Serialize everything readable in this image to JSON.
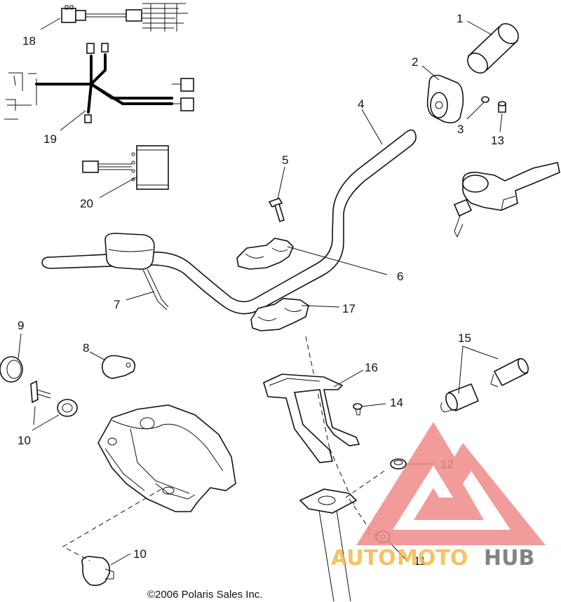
{
  "diagram": {
    "callouts": {
      "c1": "1",
      "c2": "2",
      "c3": "3",
      "c4": "4",
      "c5": "5",
      "c6": "6",
      "c7": "7",
      "c8": "8",
      "c9": "9",
      "c10a": "10",
      "c10b": "10",
      "c11": "11",
      "c12": "12",
      "c13": "13",
      "c14": "14",
      "c15": "15",
      "c16": "16",
      "c17": "17",
      "c18": "18",
      "c19": "19",
      "c20": "20"
    },
    "copyright": "©2006 Polaris Sales Inc."
  },
  "watermark": {
    "auto": "AUTO",
    "moto": "MOTO",
    "hub": "HUB",
    "colors": {
      "triangle": "#f08a8a",
      "auto_moto": "#f5b94a",
      "hub": "#6e6e6e"
    }
  }
}
